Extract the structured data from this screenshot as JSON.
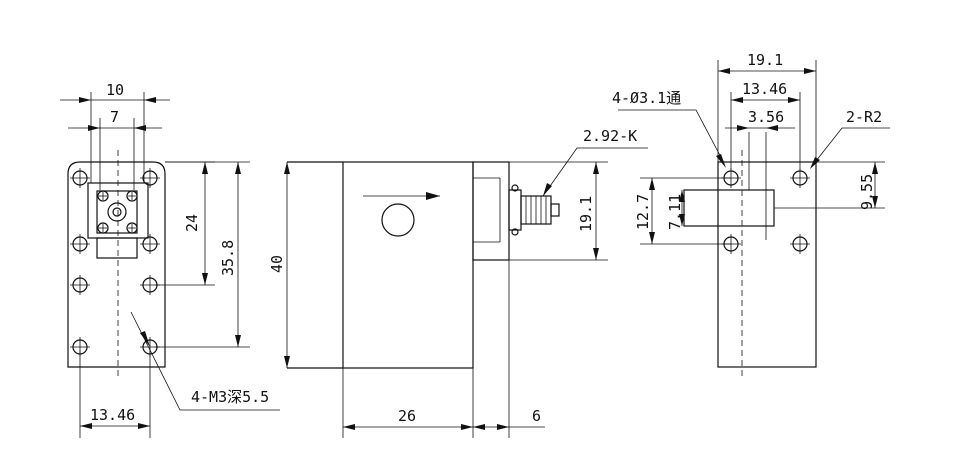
{
  "labels": {
    "dim_10": "10",
    "dim_7": "7",
    "dim_24": "24",
    "dim_35_8": "35.8",
    "dim_13_46_bottom": "13.46",
    "hole_m3": "4-M3深5.5",
    "dim_40": "40",
    "dim_26": "26",
    "dim_6": "6",
    "connector": "2.92-K",
    "dim_19_1_side": "19.1",
    "dim_19_1_top": "19.1",
    "dim_13_46_top": "13.46",
    "dim_3_56": "3.56",
    "hole_3_1": "4-Ø3.1通",
    "radius": "2-R2",
    "dim_12_7": "12.7",
    "dim_7_11": "7.11",
    "dim_9_55": "9.55"
  }
}
